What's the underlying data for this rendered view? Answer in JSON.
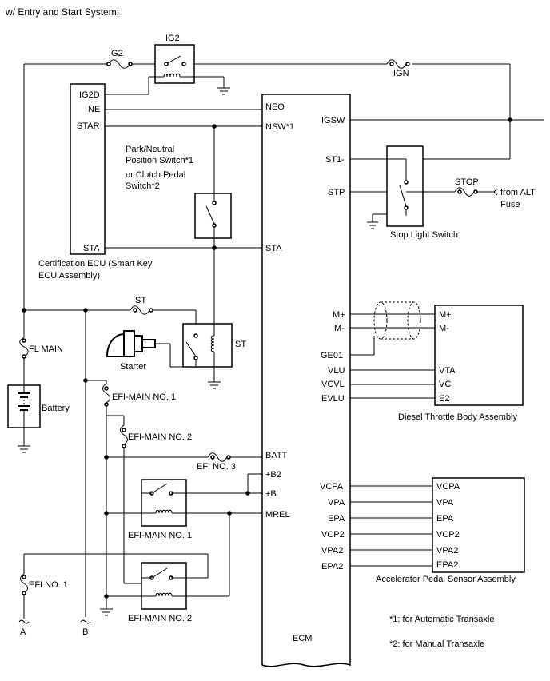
{
  "title": "w/ Entry and Start System:",
  "labels": {
    "ig2_fuse": "IG2",
    "ig2_relay": "IG2",
    "ign_fuse": "IGN",
    "ig2d": "IG2D",
    "ne": "NE",
    "star": "STAR",
    "sta": "STA",
    "cert_ecu_1": "Certification ECU (Smart Key",
    "cert_ecu_2": "ECU Assembly)",
    "pn_switch_1": "Park/Neutral",
    "pn_switch_2": "Position Switch*1",
    "pn_switch_3": "or Clutch Pedal",
    "pn_switch_4": "Switch*2",
    "ecm_neo": "NEO",
    "ecm_nsw": "NSW*1",
    "ecm_sta": "STA",
    "ecm_igsw": "IGSW",
    "ecm_st1": "ST1-",
    "ecm_stp": "STP",
    "stop_fuse": "STOP",
    "from_alt_1": "from ALT",
    "from_alt_2": "Fuse",
    "stop_light_switch": "Stop Light Switch",
    "st_fuse": "ST",
    "st_relay": "ST",
    "starter": "Starter",
    "fl_main": "FL MAIN",
    "battery": "Battery",
    "efi_main1_fuse": "EFI-MAIN NO. 1",
    "efi_main2_fuse": "EFI-MAIN NO. 2",
    "efi_no3": "EFI NO. 3",
    "ecm_batt": "BATT",
    "ecm_b2": "+B2",
    "ecm_b": "+B",
    "ecm_mrel": "MREL",
    "efi_main1_relay": "EFI-MAIN NO. 1",
    "efi_main2_relay": "EFI-MAIN NO. 2",
    "efi_no1": "EFI NO. 1",
    "term_a": "A",
    "term_b": "B",
    "ecm": "ECM",
    "ecm_mplus": "M+",
    "ecm_mminus": "M-",
    "ecm_ge01": "GE01",
    "ecm_vlu": "VLU",
    "ecm_vcvl": "VCVL",
    "ecm_evlu": "EVLU",
    "tb_mplus": "M+",
    "tb_mminus": "M-",
    "tb_vta": "VTA",
    "tb_vc": "VC",
    "tb_e2": "E2",
    "throttle_body": "Diesel Throttle Body Assembly",
    "ecm_vcpa": "VCPA",
    "ecm_vpa": "VPA",
    "ecm_epa": "EPA",
    "ecm_vcp2": "VCP2",
    "ecm_vpa2": "VPA2",
    "ecm_epa2": "EPA2",
    "ap_vcpa": "VCPA",
    "ap_vpa": "VPA",
    "ap_epa": "EPA",
    "ap_vcp2": "VCP2",
    "ap_vpa2": "VPA2",
    "ap_epa2": "EPA2",
    "accel_sensor": "Accelerator Pedal Sensor Assembly",
    "note1": "*1: for Automatic Transaxle",
    "note2": "*2: for Manual Transaxle"
  }
}
